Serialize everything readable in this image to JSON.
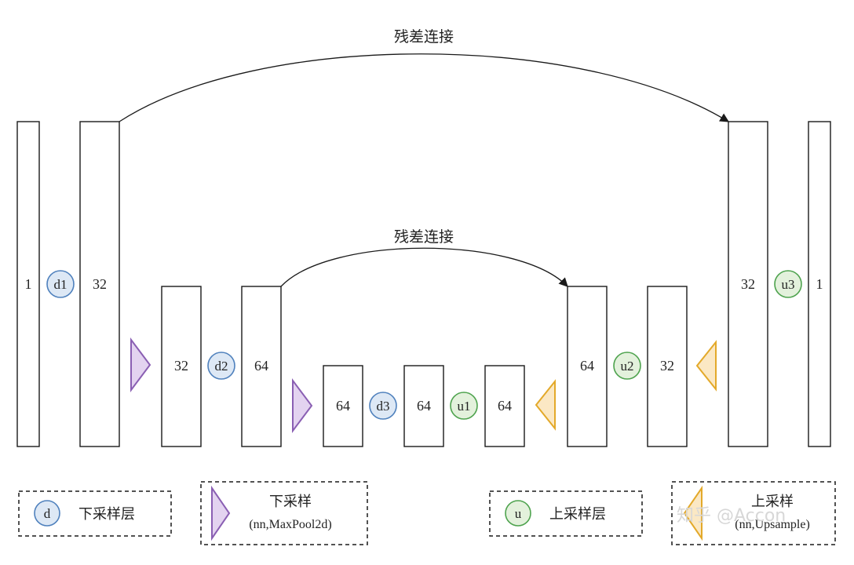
{
  "diagram": {
    "arcs": [
      {
        "label": "残差连接"
      },
      {
        "label": "残差连接"
      }
    ],
    "blocks": [
      {
        "label": "1"
      },
      {
        "label": "32"
      },
      {
        "label": "32"
      },
      {
        "label": "64"
      },
      {
        "label": "64"
      },
      {
        "label": "64"
      },
      {
        "label": "64"
      },
      {
        "label": "64"
      },
      {
        "label": "32"
      },
      {
        "label": "32"
      },
      {
        "label": "1"
      }
    ],
    "nodes": [
      {
        "label": "d1",
        "kind": "down"
      },
      {
        "label": "d2",
        "kind": "down"
      },
      {
        "label": "d3",
        "kind": "down"
      },
      {
        "label": "u1",
        "kind": "up"
      },
      {
        "label": "u2",
        "kind": "up"
      },
      {
        "label": "u3",
        "kind": "up"
      }
    ],
    "legend": {
      "down_layer": {
        "symbol": "d",
        "label": "下采样层"
      },
      "downsample": {
        "label": "下采样",
        "detail": "(nn,MaxPool2d)"
      },
      "up_layer": {
        "symbol": "u",
        "label": "上采样层"
      },
      "upsample": {
        "label": "上采样",
        "detail": "(nn,Upsample)"
      }
    },
    "watermark": "知乎 @Accon"
  },
  "colors": {
    "down_node_fill": "#dde8f5",
    "down_node_stroke": "#4f81bd",
    "up_node_fill": "#e3f1dc",
    "up_node_stroke": "#4ea34e",
    "downsample_fill": "#e3d3f0",
    "downsample_stroke": "#8a5fb3",
    "upsample_fill": "#fbe8c4",
    "upsample_stroke": "#e3a92a",
    "line": "#1a1a1a"
  }
}
